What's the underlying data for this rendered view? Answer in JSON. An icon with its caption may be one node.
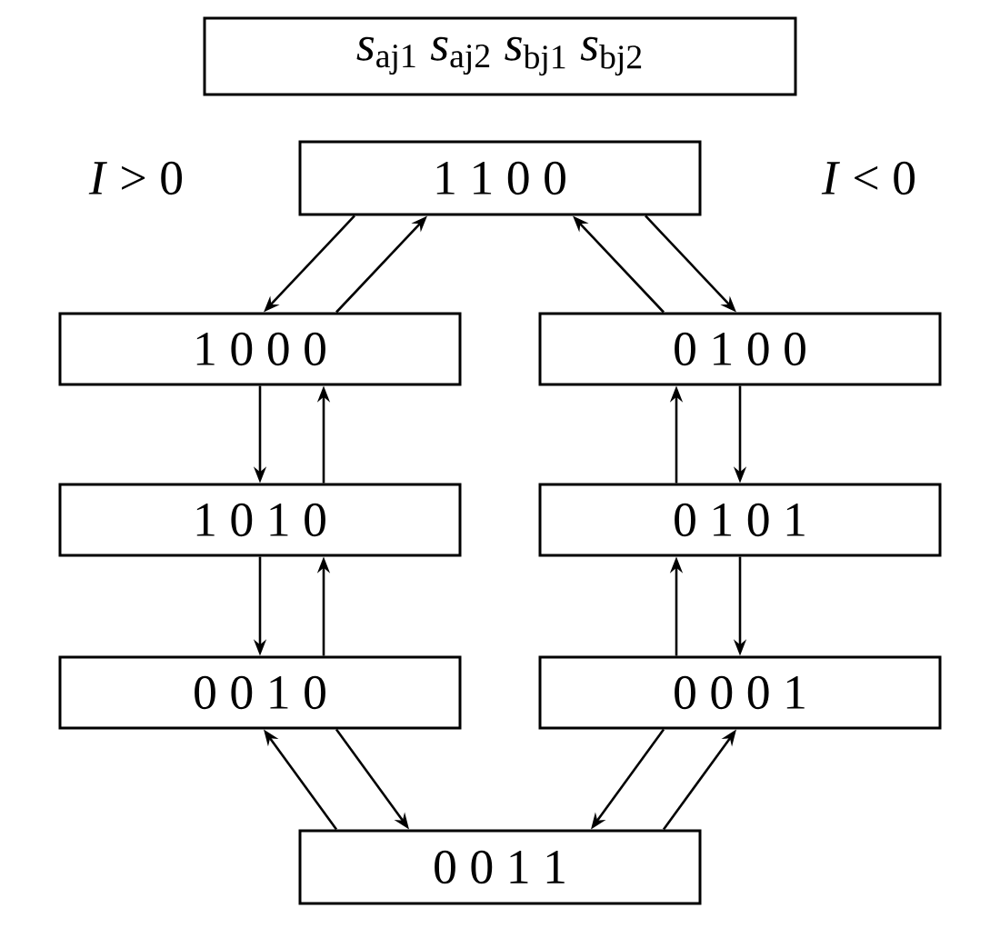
{
  "diagram": {
    "nodes": [
      {
        "text": [
          "*s*$_{aj1}$ *s*$_{aj2}$ *s*$_{bj1}$ *s*$_{bj2}$"
        ]
      },
      {
        "text": [
          "1 1 0 0"
        ]
      },
      {
        "text": [
          "1 0 0 0"
        ]
      },
      {
        "text": [
          "0 1 0 0"
        ]
      },
      {
        "text": [
          "1 0 1 0"
        ]
      },
      {
        "text": [
          "0 1 0 1"
        ]
      },
      {
        "text": [
          "0 0 1 0"
        ]
      },
      {
        "text": [
          "0 0 0 1"
        ]
      },
      {
        "text": [
          "0 0 1 1"
        ]
      }
    ],
    "edges": [
      {
        "from": 1,
        "to": 2,
        "arrow": "to"
      },
      {
        "from": 2,
        "to": 1,
        "arrow": "to"
      },
      {
        "from": 1,
        "to": 3,
        "arrow": "to"
      },
      {
        "from": 3,
        "to": 1,
        "arrow": "to"
      },
      {
        "from": 2,
        "to": 4,
        "arrow": "to"
      },
      {
        "from": 4,
        "to": 2,
        "arrow": "to"
      },
      {
        "from": 3,
        "to": 5,
        "arrow": "to"
      },
      {
        "from": 5,
        "to": 3,
        "arrow": "to"
      },
      {
        "from": 4,
        "to": 6,
        "arrow": "to"
      },
      {
        "from": 6,
        "to": 4,
        "arrow": "to"
      },
      {
        "from": 5,
        "to": 7,
        "arrow": "to"
      },
      {
        "from": 7,
        "to": 5,
        "arrow": "to"
      },
      {
        "from": 6,
        "to": 8,
        "arrow": "to"
      },
      {
        "from": 8,
        "to": 6,
        "arrow": "to"
      },
      {
        "from": 7,
        "to": 8,
        "arrow": "to"
      },
      {
        "from": 8,
        "to": 7,
        "arrow": "to"
      }
    ],
    "labels": [
      "*I* > 0",
      "*I* < 0"
    ]
  }
}
